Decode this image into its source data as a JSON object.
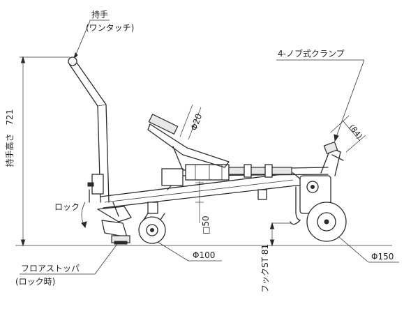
{
  "labels": {
    "handle": "持手",
    "handle_type": "(ワンタッチ)",
    "clamp": "4-ノブ式クランプ",
    "pipe_dia": "Φ20",
    "clamp_dim": "(84)",
    "handle_height": "持手高さ　721",
    "lock": "ロック",
    "frame_square": "□50",
    "floor_stopper": "フロアストッパ",
    "floor_stopper_note": "(ロック時)",
    "caster_dia": "Φ100",
    "hook_stroke": "フックST 81",
    "wheel_dia": "Φ150"
  }
}
